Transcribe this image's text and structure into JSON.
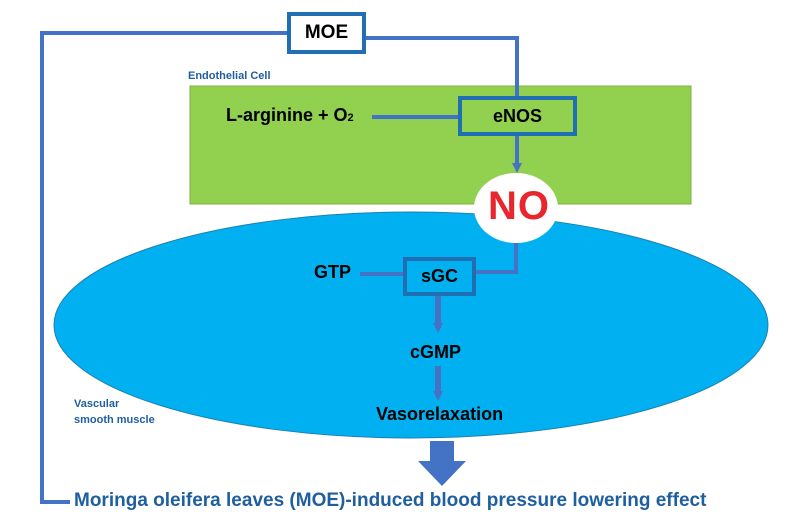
{
  "nodes": {
    "moe": "MOE",
    "enos": "eNOS",
    "no": "NO",
    "sgc": "sGC",
    "gtp": "GTP",
    "cgmp": "cGMP",
    "vasorelaxation": "Vasorelaxation",
    "l_arginine": "L-arginine + O",
    "l_arginine_sub": "2"
  },
  "regions": {
    "endothelial_cell": "Endothelial Cell",
    "smooth_muscle_line1": "Vascular",
    "smooth_muscle_line2": "smooth muscle"
  },
  "caption": "Moringa oleifera leaves (MOE)-induced blood pressure lowering effect",
  "colors": {
    "line_blue": "#4472C4",
    "box_border": "#1F6FB2",
    "endothelial_fill": "#92D050",
    "muscle_fill": "#00B0F0",
    "no_red": "#E8262D",
    "label_blue": "#1F5FA0"
  }
}
